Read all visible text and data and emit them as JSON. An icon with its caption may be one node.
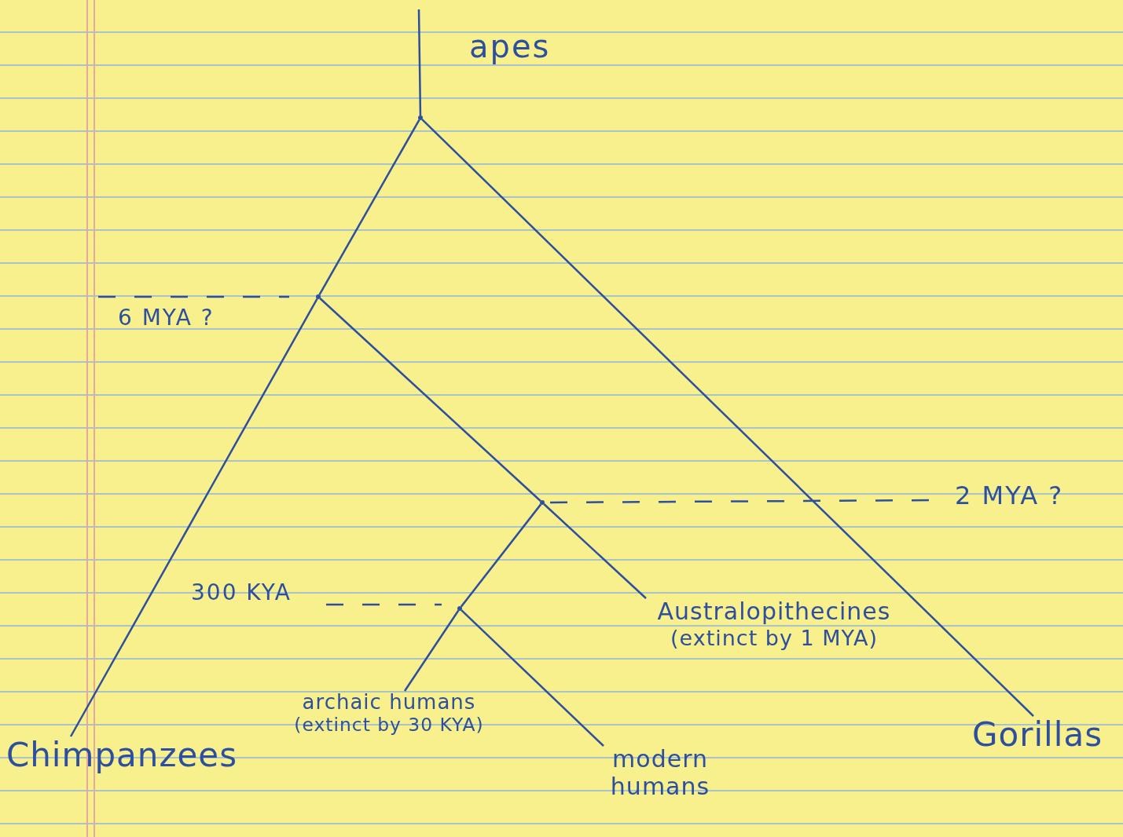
{
  "diagram": {
    "nodes": [
      {
        "text": [],
        "shape": "point"
      },
      {
        "text": [],
        "shape": "point"
      },
      {
        "text": [],
        "shape": "point"
      },
      {
        "text": [],
        "shape": "point"
      },
      {
        "text": [
          "Chimpanzees"
        ]
      },
      {
        "text": [
          "archaic humans",
          "(extinct by 30 KYA)"
        ]
      },
      {
        "text": [
          "modern humans"
        ]
      },
      {
        "text": [
          "Australopithecines",
          "(extinct by 1 MYA)"
        ]
      },
      {
        "text": [
          "Gorillas"
        ]
      }
    ],
    "edges": [
      {
        "from": null,
        "to": 0,
        "arrow": "none"
      },
      {
        "from": 0,
        "to": 1,
        "arrow": "none"
      },
      {
        "from": 1,
        "to": 4,
        "arrow": "none"
      },
      {
        "from": 0,
        "to": 8,
        "arrow": "none"
      },
      {
        "from": 1,
        "to": 2,
        "arrow": "none"
      },
      {
        "from": 2,
        "to": 7,
        "arrow": "none"
      },
      {
        "from": 2,
        "to": 3,
        "arrow": "none"
      },
      {
        "from": 3,
        "to": 5,
        "arrow": "none"
      },
      {
        "from": 3,
        "to": 6,
        "arrow": "none"
      }
    ],
    "labels": [
      "apes",
      "6 MYA ?",
      "2 MYA ?",
      "300 KYA"
    ]
  }
}
